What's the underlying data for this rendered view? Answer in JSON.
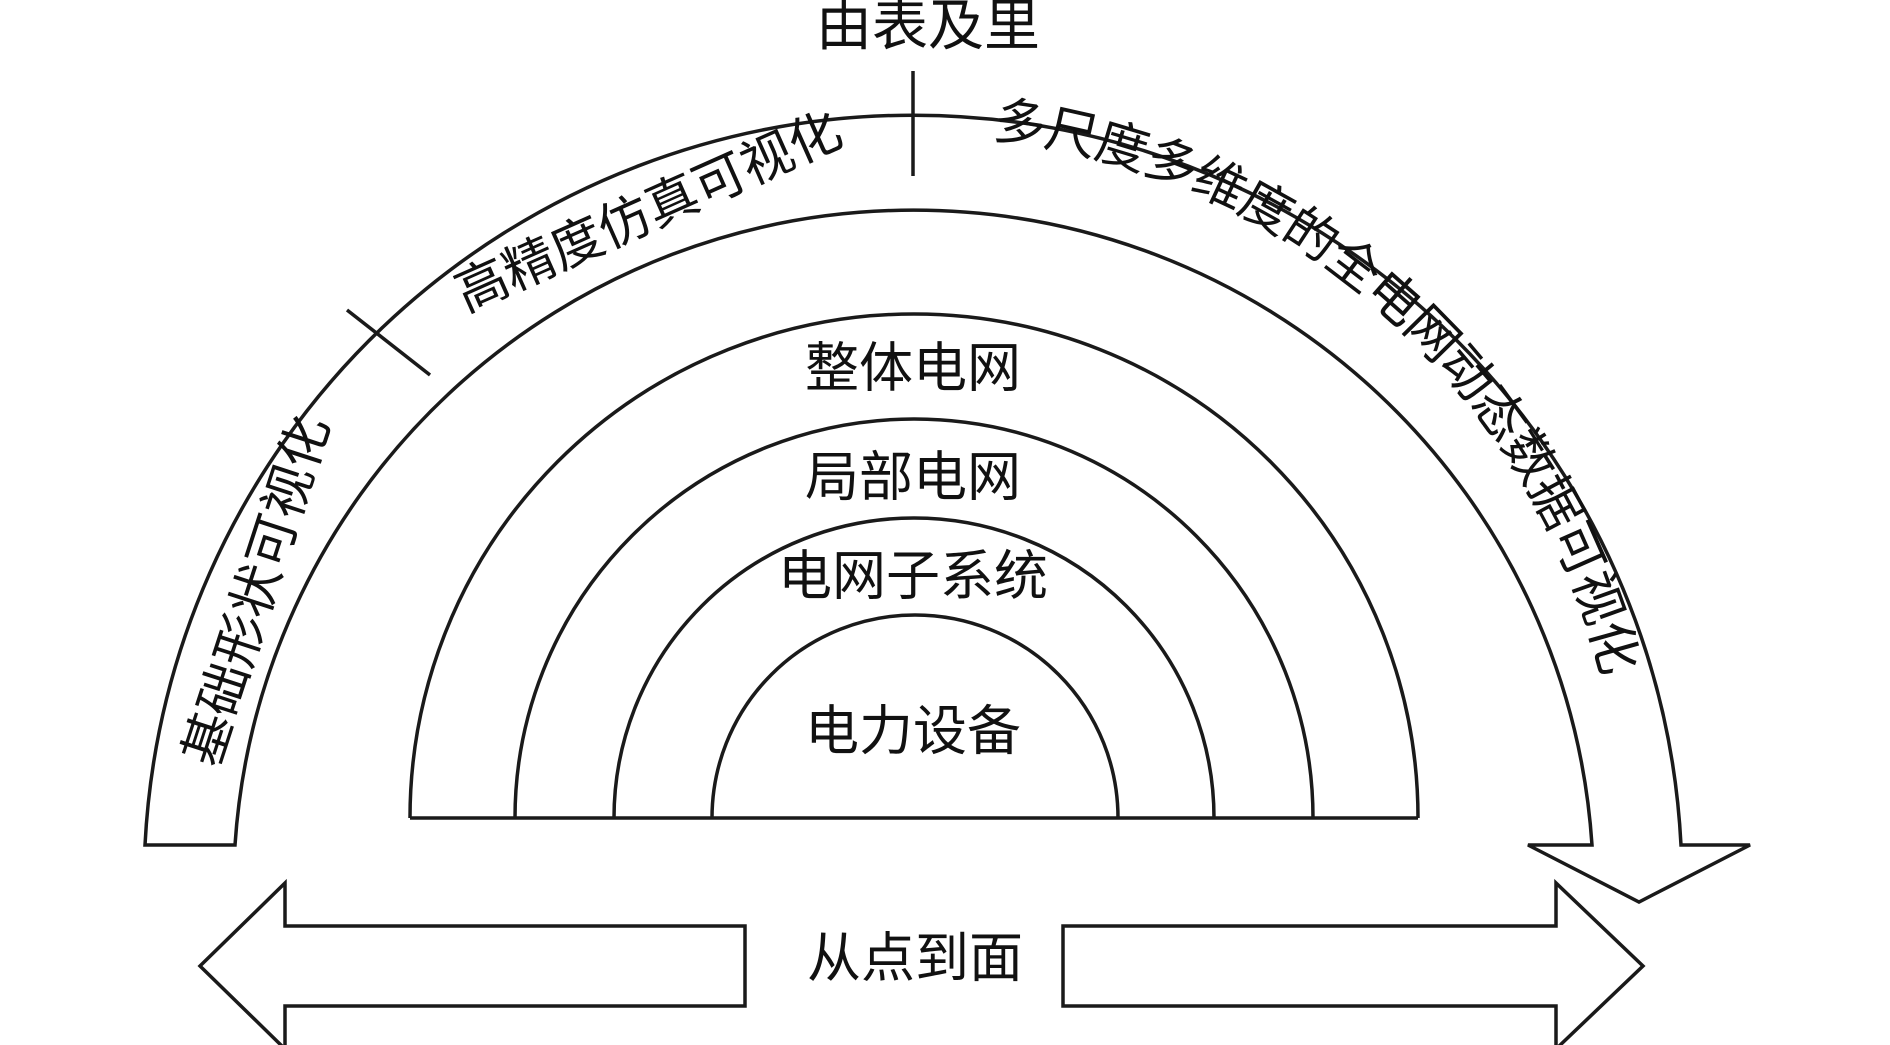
{
  "top_label": "由表及里",
  "bottom_label": "从点到面",
  "bands": {
    "left": "基础形状可视化",
    "middle": "高精度仿真可视化",
    "right": "多尺度多维度的全电网动态数据可视化"
  },
  "rings": [
    "整体电网",
    "局部电网",
    "电网子系统",
    "电力设备"
  ]
}
